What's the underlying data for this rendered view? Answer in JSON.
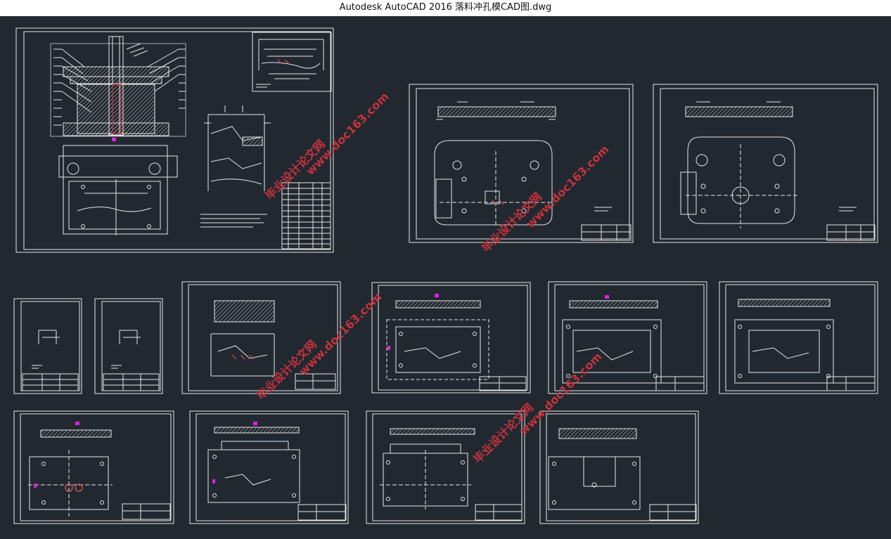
{
  "window": {
    "title": "Autodesk AutoCAD 2016     落料冲孔模CAD图.dwg"
  },
  "canvas": {
    "background": "#212830",
    "line_color": "#e6e6e6",
    "accent_color": "#e020e0",
    "watermark_color": "#c8323c"
  },
  "watermarks": [
    {
      "text": "毕业设计论文网"
    },
    {
      "text": "www.doc163.com"
    },
    {
      "text": "毕业设计论文网"
    },
    {
      "text": "www.doc163.com"
    },
    {
      "text": "毕业设计论文网"
    },
    {
      "text": "www.doc163.com"
    },
    {
      "text": "毕业设计论文网"
    },
    {
      "text": "www.doc163.com"
    }
  ]
}
